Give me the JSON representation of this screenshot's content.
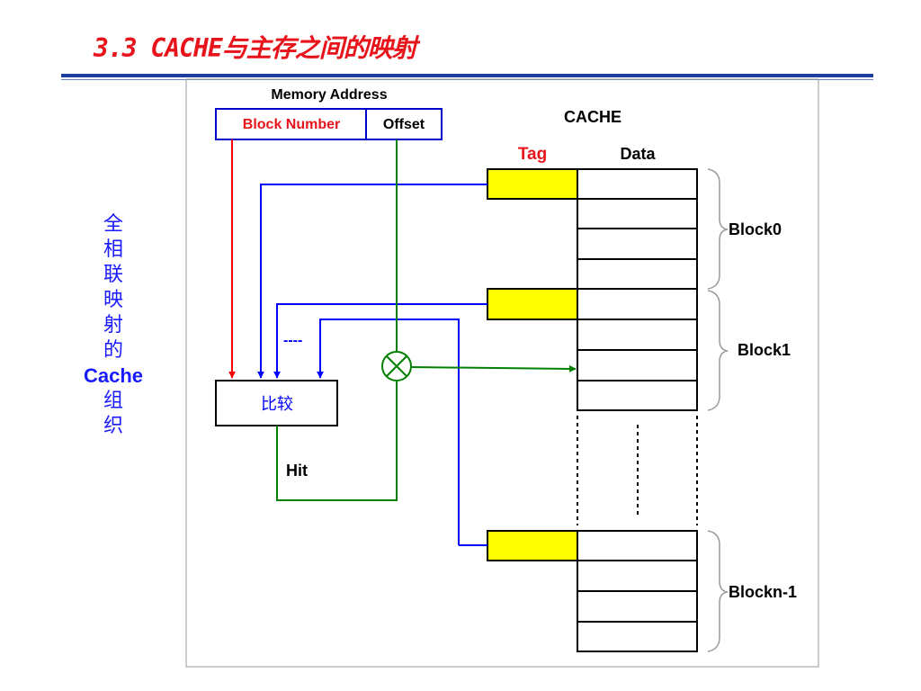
{
  "title": "3.3 CACHE与主存之间的映射",
  "side_label": {
    "chars": [
      "全",
      "相",
      "联",
      "映",
      "射",
      "的"
    ],
    "latin": "Cache",
    "tail": [
      "组",
      "织"
    ]
  },
  "diagram": {
    "memory_address_label": "Memory Address",
    "block_number_label": "Block Number",
    "offset_label": "Offset",
    "cache_label": "CACHE",
    "tag_header": "Tag",
    "data_header": "Data",
    "block_labels": [
      "Block0",
      "Block1",
      "Blockn-1"
    ],
    "compare_label": "比较",
    "hit_label": "Hit",
    "ellipsis": "----",
    "colors": {
      "title": "#e8141b",
      "tag_fill": "#ffff00",
      "red_line": "#ff0000",
      "blue_line": "#0000ff",
      "green_line": "#008000",
      "side_label": "#1a1aff"
    }
  }
}
